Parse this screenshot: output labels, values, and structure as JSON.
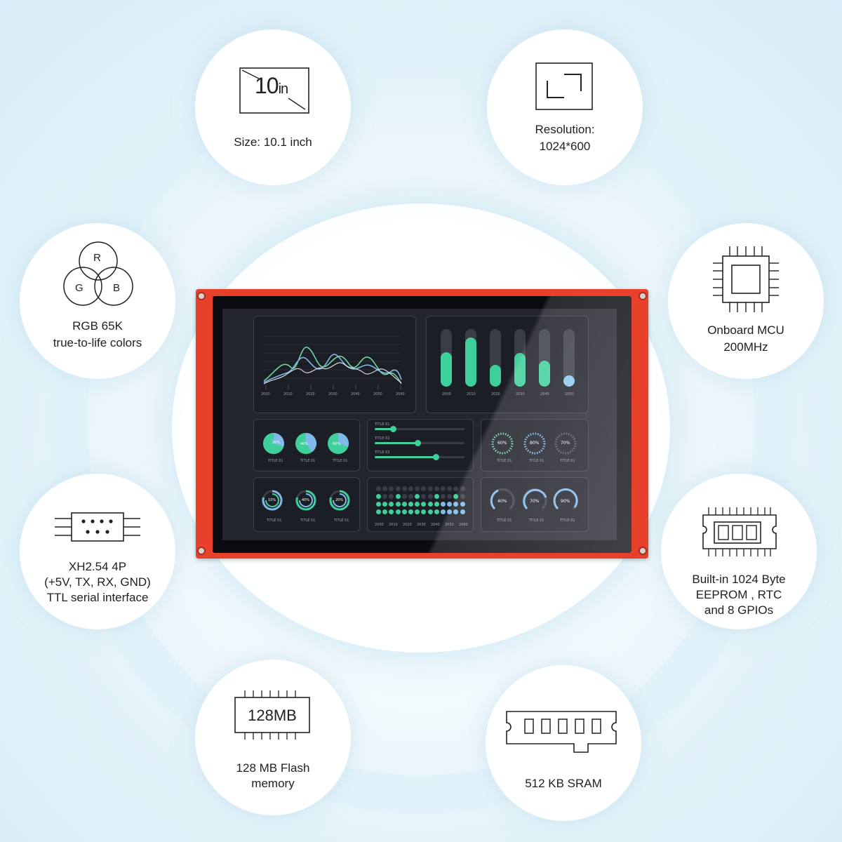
{
  "features": {
    "size": {
      "icon": "display-size-icon",
      "icon_text": "10",
      "icon_unit": "in",
      "label": "Size: 10.1 inch"
    },
    "resolution": {
      "icon": "resolution-frame-icon",
      "label_line1": "Resolution:",
      "label_line2": "1024*600"
    },
    "rgb": {
      "icon": "rgb-venn-icon",
      "r": "R",
      "g": "G",
      "b": "B",
      "label_line1": "RGB 65K",
      "label_line2": "true-to-life colors"
    },
    "mcu": {
      "icon": "cpu-chip-icon",
      "label_line1": "Onboard MCU",
      "label_line2": "200MHz"
    },
    "serial": {
      "icon": "serial-connector-icon",
      "label_line1": "XH2.54 4P",
      "label_line2": "(+5V, TX, RX, GND)",
      "label_line3": "TTL serial interface"
    },
    "eeprom": {
      "icon": "memory-module-icon",
      "label_line1": "Built-in 1024 Byte",
      "label_line2": "EEPROM , RTC",
      "label_line3": "and 8 GPIOs"
    },
    "flash": {
      "icon": "flash-chip-icon",
      "icon_text": "128MB",
      "label_line1": "128 MB Flash",
      "label_line2": "memory"
    },
    "sram": {
      "icon": "sram-module-icon",
      "label": "512 KB SRAM"
    }
  },
  "screen": {
    "line_chart": {
      "x_ticks": [
        "2000",
        "2010",
        "2020",
        "2030",
        "2040",
        "2050",
        "2060"
      ],
      "colors": [
        "#6fd6a0",
        "#7fb9ea",
        "#e6e6e6"
      ]
    },
    "bar_chart": {
      "x_ticks": [
        "2000",
        "2010",
        "2020",
        "2030",
        "2040",
        "2050"
      ],
      "levels": [
        0.6,
        0.85,
        0.38,
        0.58,
        0.45,
        0.2
      ],
      "colors": [
        "#3fcf9a",
        "#3fcf9a",
        "#3fcf9a",
        "#3fcf9a",
        "#3fcf9a",
        "#8cc7ee"
      ]
    },
    "pies": {
      "labels": [
        "20%",
        "40%",
        "60%"
      ],
      "caption": "TITLE 01"
    },
    "sliders": {
      "labels": [
        "TITLE 01",
        "TITLE 02",
        "TITLE 03"
      ],
      "levels": [
        0.2,
        0.48,
        0.68
      ]
    },
    "dash_gauges": {
      "labels": [
        "60%",
        "80%",
        "70%"
      ],
      "caption": "TITLE 01"
    },
    "rings": {
      "labels": [
        "10%",
        "40%",
        "20%"
      ],
      "caption": "TITLE 01"
    },
    "dots": {
      "x_ticks": [
        "2000",
        "2010",
        "2020",
        "2030",
        "2040",
        "2050",
        "2060"
      ]
    },
    "arc_gauges": {
      "labels": [
        "40%",
        "70%",
        "90%"
      ],
      "caption": "TITLE 01"
    }
  }
}
